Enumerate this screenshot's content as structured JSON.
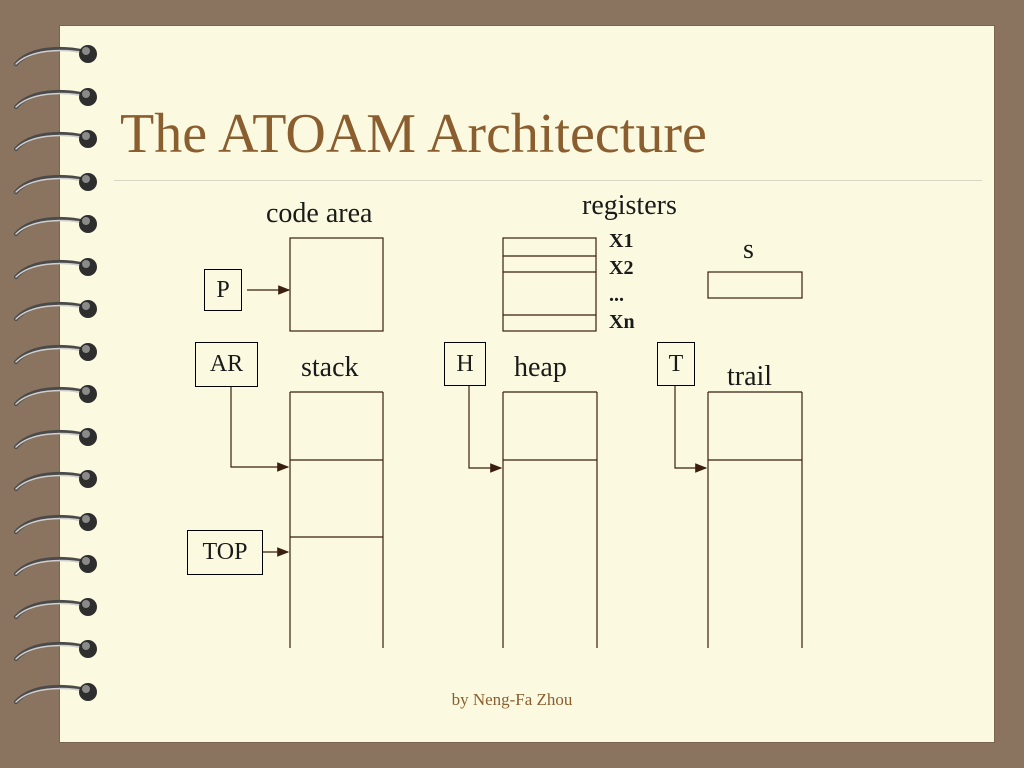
{
  "slide": {
    "title": "The ATOAM Architecture",
    "footer": "by Neng-Fa Zhou"
  },
  "diagram": {
    "code_area_label": "code area",
    "registers_label": "registers",
    "register_names": [
      "X1",
      "X2",
      "...",
      "Xn"
    ],
    "s_label": "s",
    "stack_label": "stack",
    "heap_label": "heap",
    "trail_label": "trail",
    "pointers": {
      "p": "P",
      "ar": "AR",
      "top": "TOP",
      "h": "H",
      "t": "T"
    }
  },
  "colors": {
    "background": "#8a7460",
    "page": "#fbfae0",
    "title": "#8a5e2e",
    "lines": "#3a1e10"
  }
}
